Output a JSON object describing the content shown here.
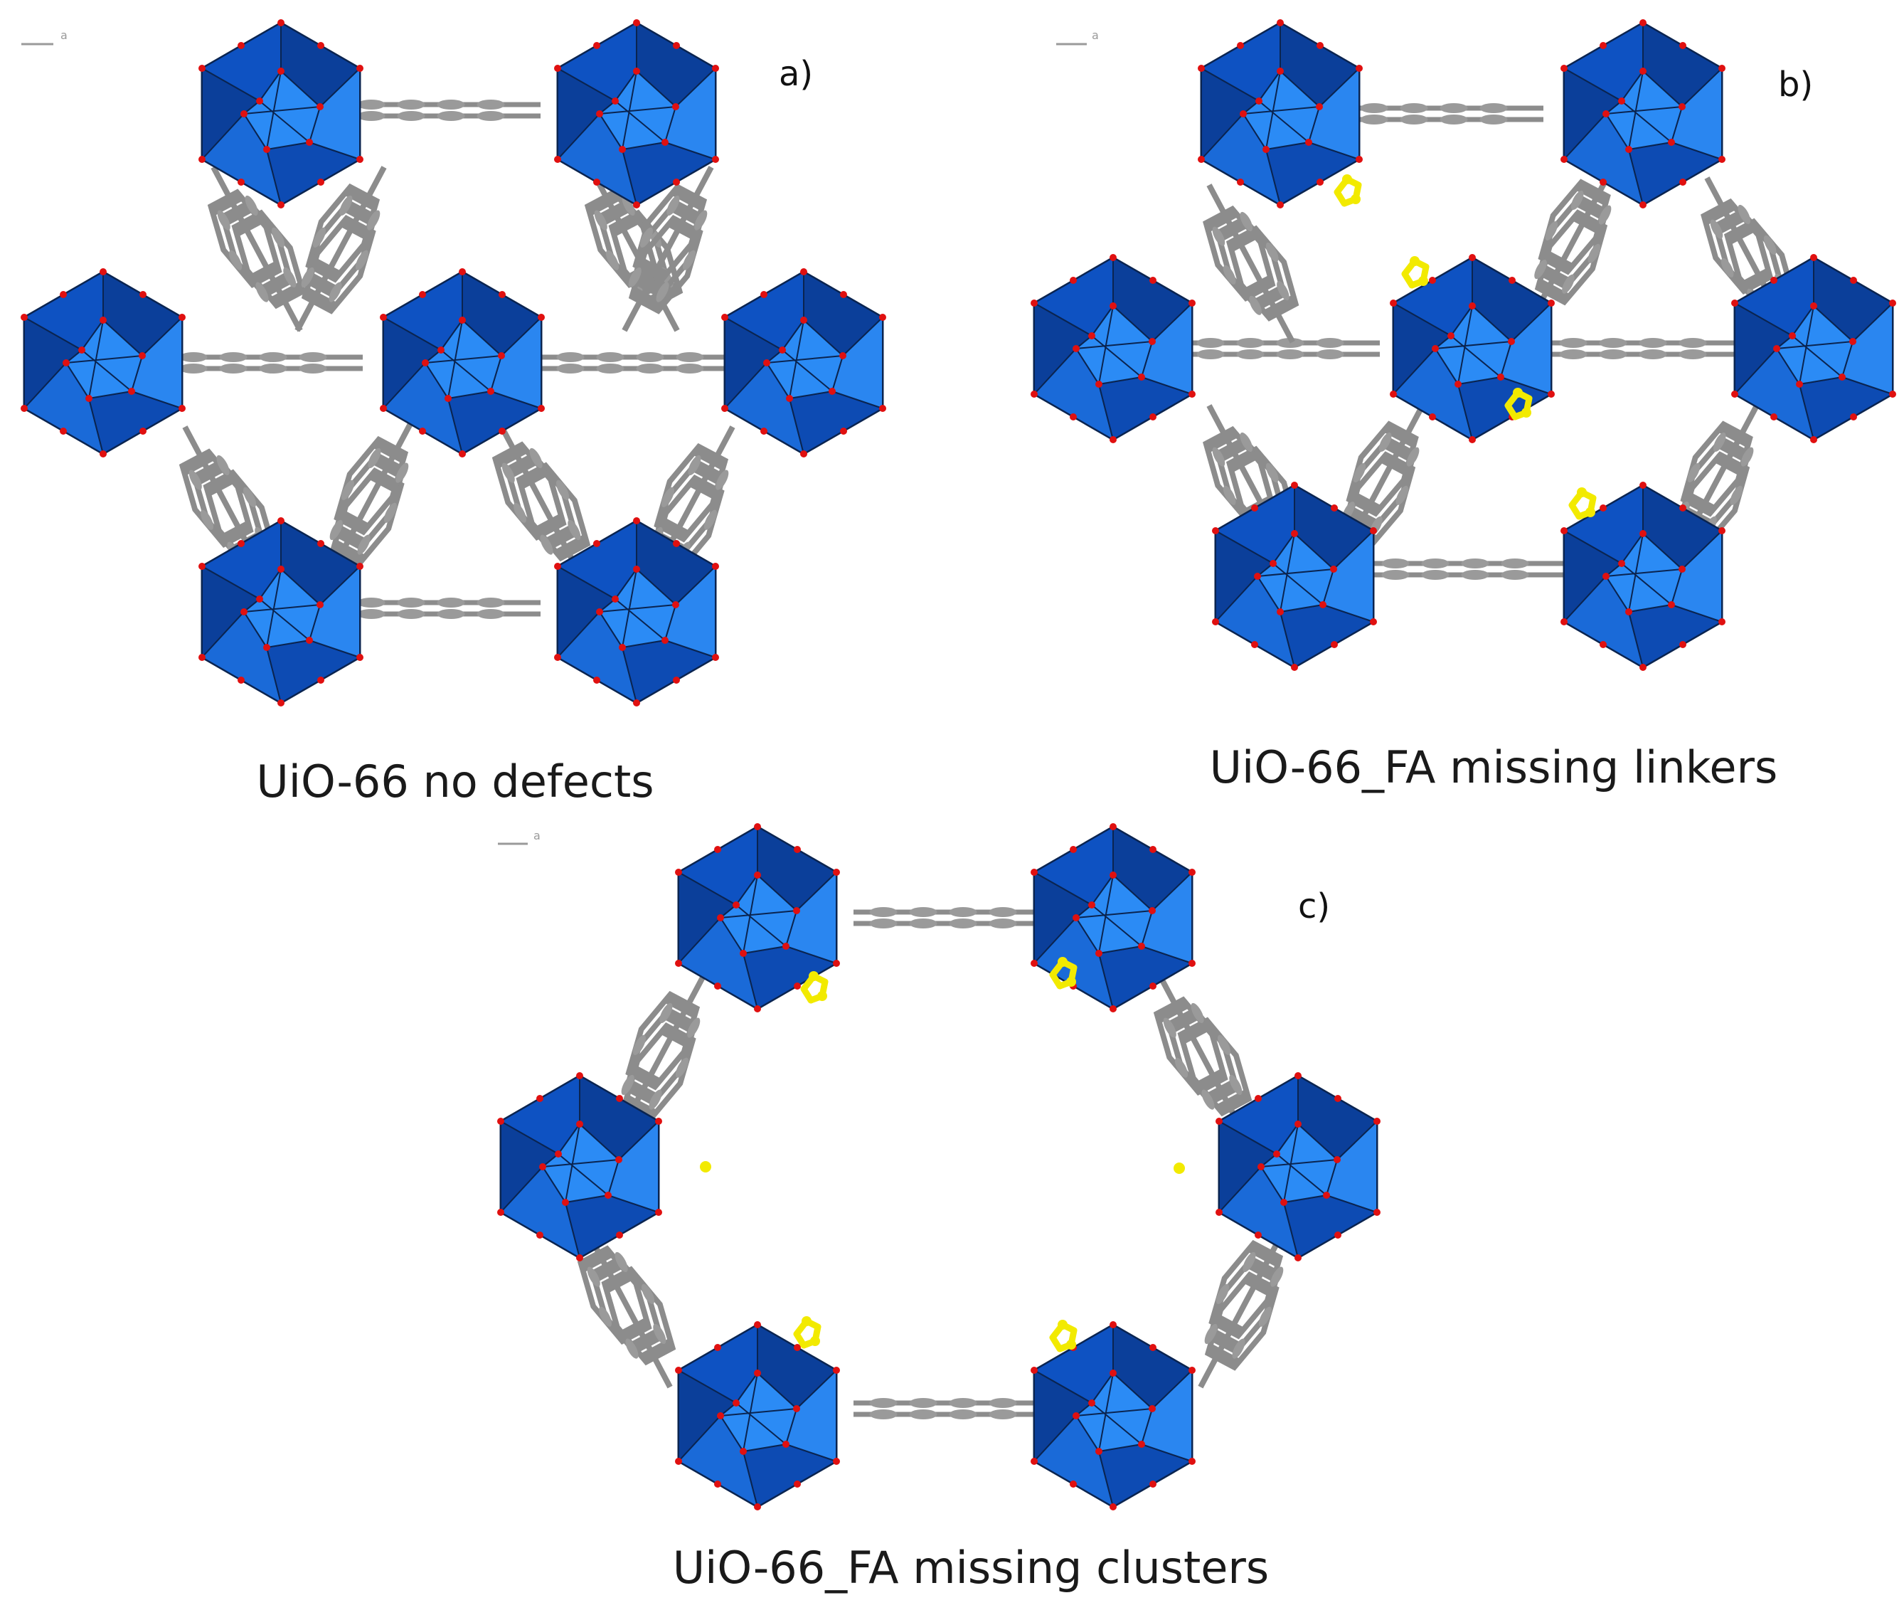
{
  "panels": [
    {
      "id": "a",
      "letter": "a)",
      "caption": "UiO-66 no defects",
      "axis_tag": "a",
      "missing_clusters": false,
      "yellow_markers": 0
    },
    {
      "id": "b",
      "letter": "b)",
      "caption": "UiO-66_FA missing linkers",
      "axis_tag": "a",
      "missing_clusters": false,
      "yellow_markers": 4
    },
    {
      "id": "c",
      "letter": "c)",
      "caption": "UiO-66_FA missing clusters",
      "axis_tag": "a",
      "missing_clusters": true,
      "yellow_markers": 6
    }
  ],
  "colors": {
    "cluster_light": "#1f78e6",
    "cluster_dark": "#0b3f9a",
    "cluster_edge": "#0a2450",
    "oxygen": "#e01010",
    "linker": "#8c8c8c",
    "linker_atom": "#9a9a9a",
    "formate": "#f2ea00",
    "background": "#ffffff"
  }
}
